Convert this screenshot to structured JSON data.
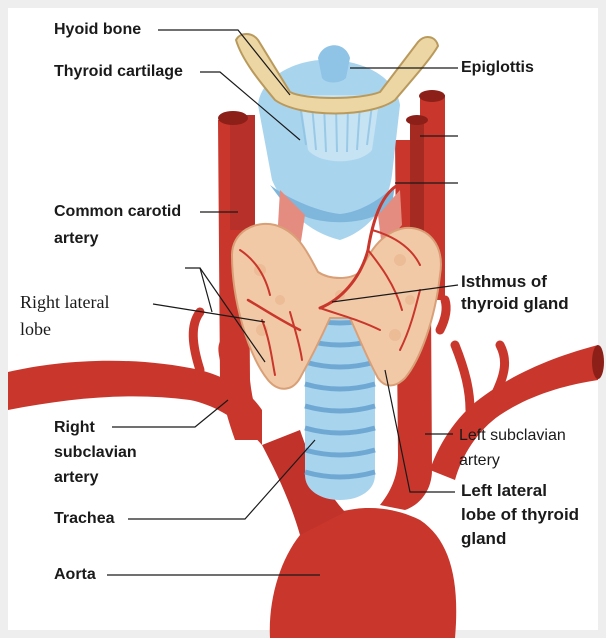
{
  "diagram": {
    "labels": {
      "hyoid_bone": "Hyoid bone",
      "thyroid_cartilage": "Thyroid cartilage",
      "epiglottis": "Epiglottis",
      "common_carotid_line1": "Common carotid",
      "common_carotid_line2": "artery",
      "right_lateral_lobe_line1": "Right lateral",
      "right_lateral_lobe_line2": "lobe",
      "isthmus_line1": "Isthmus of",
      "isthmus_line2": "thyroid gland",
      "right_subclavian_line1": "Right",
      "right_subclavian_line2": "subclavian",
      "right_subclavian_line3": "artery",
      "left_subclavian_line1": "Left subclavian",
      "left_subclavian_line2": "artery",
      "left_lateral_lobe_line1": "Left lateral",
      "left_lateral_lobe_line2": "lobe of thyroid",
      "left_lateral_lobe_line3": "gland",
      "trachea": "Trachea",
      "aorta": "Aorta"
    },
    "colors": {
      "artery": "#c9362b",
      "artery_highlight": "#e8705f",
      "cartilage": "#a9d4ee",
      "cartilage_dark": "#7fb7dc",
      "thyroid": "#f2c9a6",
      "bone": "#ecd6a4",
      "frame": "#eeeeee"
    }
  }
}
